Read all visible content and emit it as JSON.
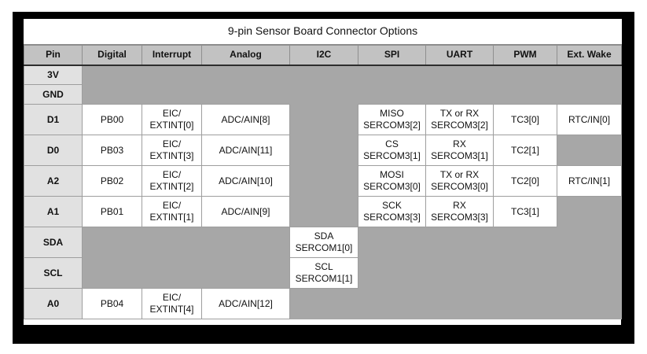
{
  "colors": {
    "frame": "#000000",
    "page_bg": "#ffffff",
    "header_bg": "#c2c2c2",
    "pin_bg": "#e1e1e1",
    "empty_bg": "#a7a7a7",
    "cell_border": "#9e9e9e",
    "header_rule": "#2d2d2d",
    "text": "#111111"
  },
  "table": {
    "title": "9-pin Sensor Board Connector Options",
    "columns": [
      "Pin",
      "Digital",
      "Interrupt",
      "Analog",
      "I2C",
      "SPI",
      "UART",
      "PWM",
      "Ext. Wake"
    ],
    "rows": [
      {
        "pin": "3V",
        "cells": [
          "",
          "",
          "",
          "",
          "",
          "",
          "",
          ""
        ]
      },
      {
        "pin": "GND",
        "cells": [
          "",
          "",
          "",
          "",
          "",
          "",
          "",
          ""
        ]
      },
      {
        "pin": "D1",
        "cells": [
          "PB00",
          "EIC/\nEXTINT[0]",
          "ADC/AIN[8]",
          "",
          "MISO\nSERCOM3[2]",
          "TX or RX\nSERCOM3[2]",
          "TC3[0]",
          "RTC/IN[0]"
        ]
      },
      {
        "pin": "D0",
        "cells": [
          "PB03",
          "EIC/\nEXTINT[3]",
          "ADC/AIN[11]",
          "",
          "CS\nSERCOM3[1]",
          "RX\nSERCOM3[1]",
          "TC2[1]",
          ""
        ]
      },
      {
        "pin": "A2",
        "cells": [
          "PB02",
          "EIC/\nEXTINT[2]",
          "ADC/AIN[10]",
          "",
          "MOSI\nSERCOM3[0]",
          "TX or RX\nSERCOM3[0]",
          "TC2[0]",
          "RTC/IN[1]"
        ]
      },
      {
        "pin": "A1",
        "cells": [
          "PB01",
          "EIC/\nEXTINT[1]",
          "ADC/AIN[9]",
          "",
          "SCK\nSERCOM3[3]",
          "RX\nSERCOM3[3]",
          "TC3[1]",
          ""
        ]
      },
      {
        "pin": "SDA",
        "cells": [
          "",
          "",
          "",
          "SDA\nSERCOM1[0]",
          "",
          "",
          "",
          ""
        ]
      },
      {
        "pin": "SCL",
        "cells": [
          "",
          "",
          "",
          "SCL\nSERCOM1[1]",
          "",
          "",
          "",
          ""
        ]
      },
      {
        "pin": "A0",
        "cells": [
          "PB04",
          "EIC/\nEXTINT[4]",
          "ADC/AIN[12]",
          "",
          "",
          "",
          "",
          ""
        ]
      }
    ]
  }
}
